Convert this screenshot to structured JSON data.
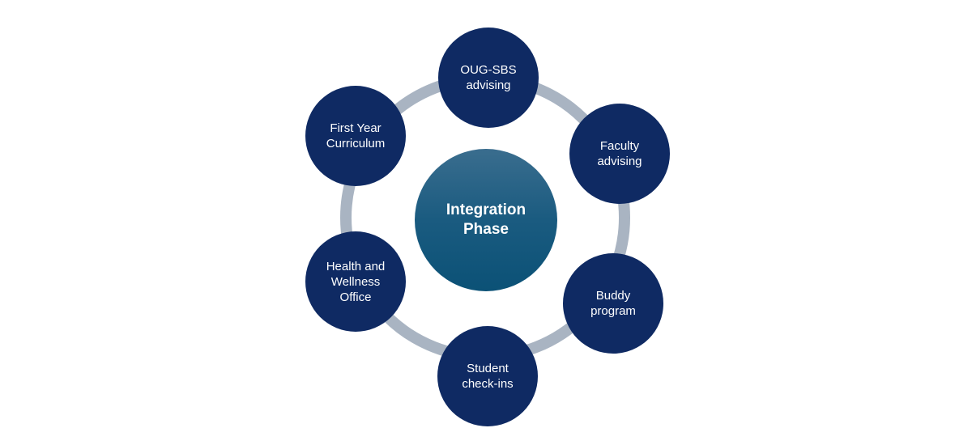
{
  "center": {
    "label": "Integration\nPhase"
  },
  "nodes": {
    "top": "OUG-SBS\nadvising",
    "upper_right": "Faculty\nadvising",
    "lower_right": "Buddy\nprogram",
    "bottom": "Student\ncheck-ins",
    "lower_left": "Health and\nWellness\nOffice",
    "upper_left": "First Year\nCurriculum"
  },
  "colors": {
    "node_fill": "#0f2a63",
    "hub_fill": "#1a5b80",
    "ring": "#a9b4c2",
    "text": "#ffffff"
  }
}
